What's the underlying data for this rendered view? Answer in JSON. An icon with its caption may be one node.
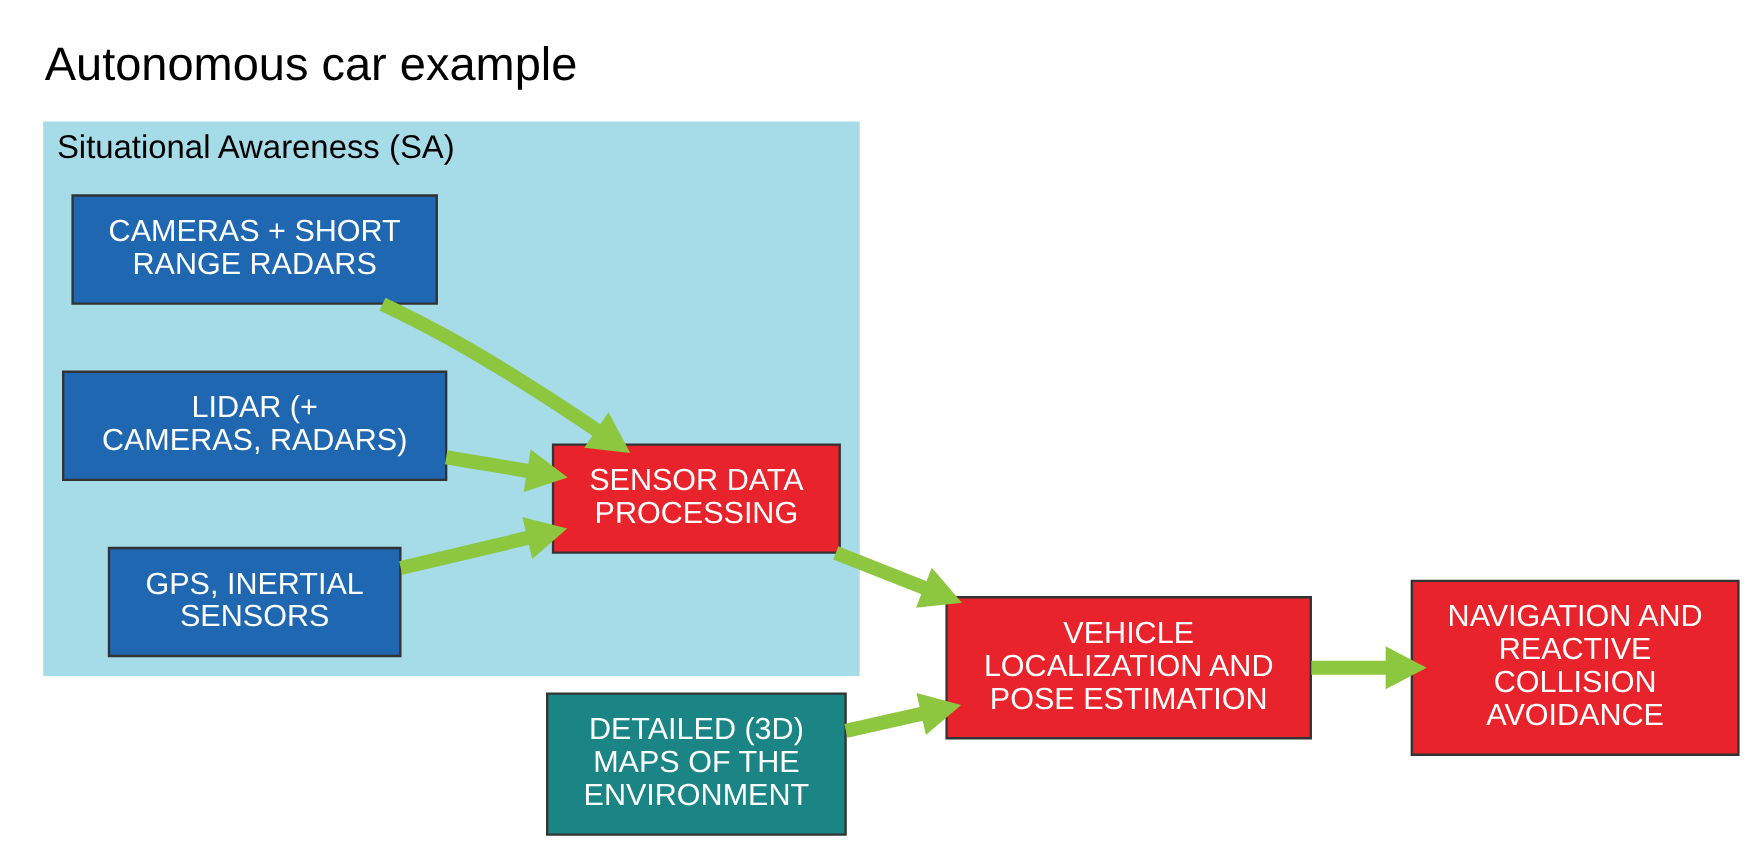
{
  "diagram": {
    "title": "Autonomous car example",
    "nodes": [
      {
        "text": [
          "Situational Awareness (SA)"
        ]
      },
      {
        "text": [
          "CAMERAS + SHORT RANGE RADARS"
        ],
        "in": 0
      },
      {
        "text": [
          "SENSOR DATA PROCESSING"
        ],
        "in": 0
      },
      {
        "text": [
          "LIDAR (+ CAMERAS, RADARS)"
        ],
        "in": 0
      },
      {
        "text": [
          "GPS, INERTIAL SENSORS"
        ],
        "in": 0
      },
      {
        "text": [
          "DETAILED (3D) MAPS OF THE ENVIRONMENT"
        ]
      },
      {
        "text": [
          "VEHICLE LOCALIZATION AND POSE ESTIMATION"
        ]
      },
      {
        "text": [
          "NAVIGATION AND REACTIVE COLLISION AVOIDANCE"
        ]
      }
    ],
    "edges": [
      {
        "from": 1,
        "to": 2,
        "arrow": "to"
      },
      {
        "from": 3,
        "to": 2,
        "arrow": "to"
      },
      {
        "from": 4,
        "to": 2,
        "arrow": "to"
      },
      {
        "from": 2,
        "to": 6,
        "arrow": "to"
      },
      {
        "from": 5,
        "to": 6,
        "arrow": "to"
      },
      {
        "from": 6,
        "to": 7,
        "arrow": "to"
      }
    ]
  }
}
